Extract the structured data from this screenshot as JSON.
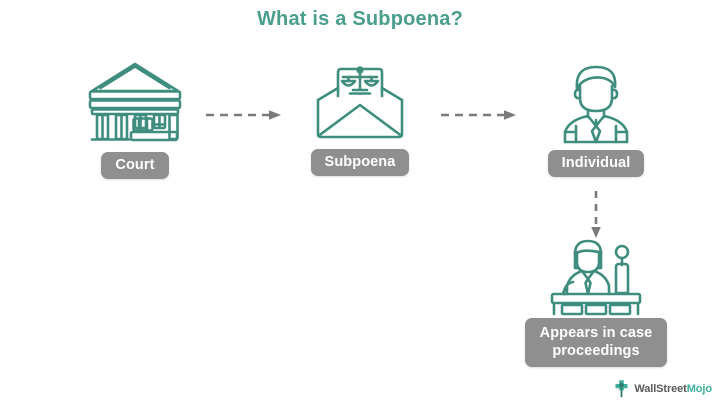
{
  "page": {
    "title": "What is a Subpoena?",
    "background_color": "#ffffff",
    "accent_color": "#4a9e8c",
    "icon_stroke_color": "#3f8d7e",
    "pill_color": "#8f8f8f",
    "pill_text_color": "#ffffff",
    "arrow_color": "#7a7a7a"
  },
  "flow": {
    "nodes": [
      {
        "id": "court",
        "label": "Court",
        "icon": "courthouse-icon"
      },
      {
        "id": "subpoena",
        "label": "Subpoena",
        "icon": "envelope-scales-icon"
      },
      {
        "id": "individual",
        "label": "Individual",
        "icon": "person-bust-icon"
      },
      {
        "id": "proceedings",
        "label": "Appears in case proceedings",
        "label_line_1": "Appears in case",
        "label_line_2": "proceedings",
        "icon": "witness-stand-icon"
      }
    ],
    "connectors": [
      {
        "id": "court-to-subpoena",
        "from": "court",
        "to": "subpoena",
        "style": "dashed",
        "direction": "right"
      },
      {
        "id": "subpoena-to-individual",
        "from": "subpoena",
        "to": "individual",
        "style": "dashed",
        "direction": "right"
      },
      {
        "id": "individual-to-proceedings",
        "from": "individual",
        "to": "proceedings",
        "style": "dashed",
        "direction": "down"
      }
    ]
  },
  "watermark": {
    "icon": "wallstreetmojo-logo-icon",
    "text_primary": "WallStreet",
    "text_secondary": "Mojo"
  }
}
